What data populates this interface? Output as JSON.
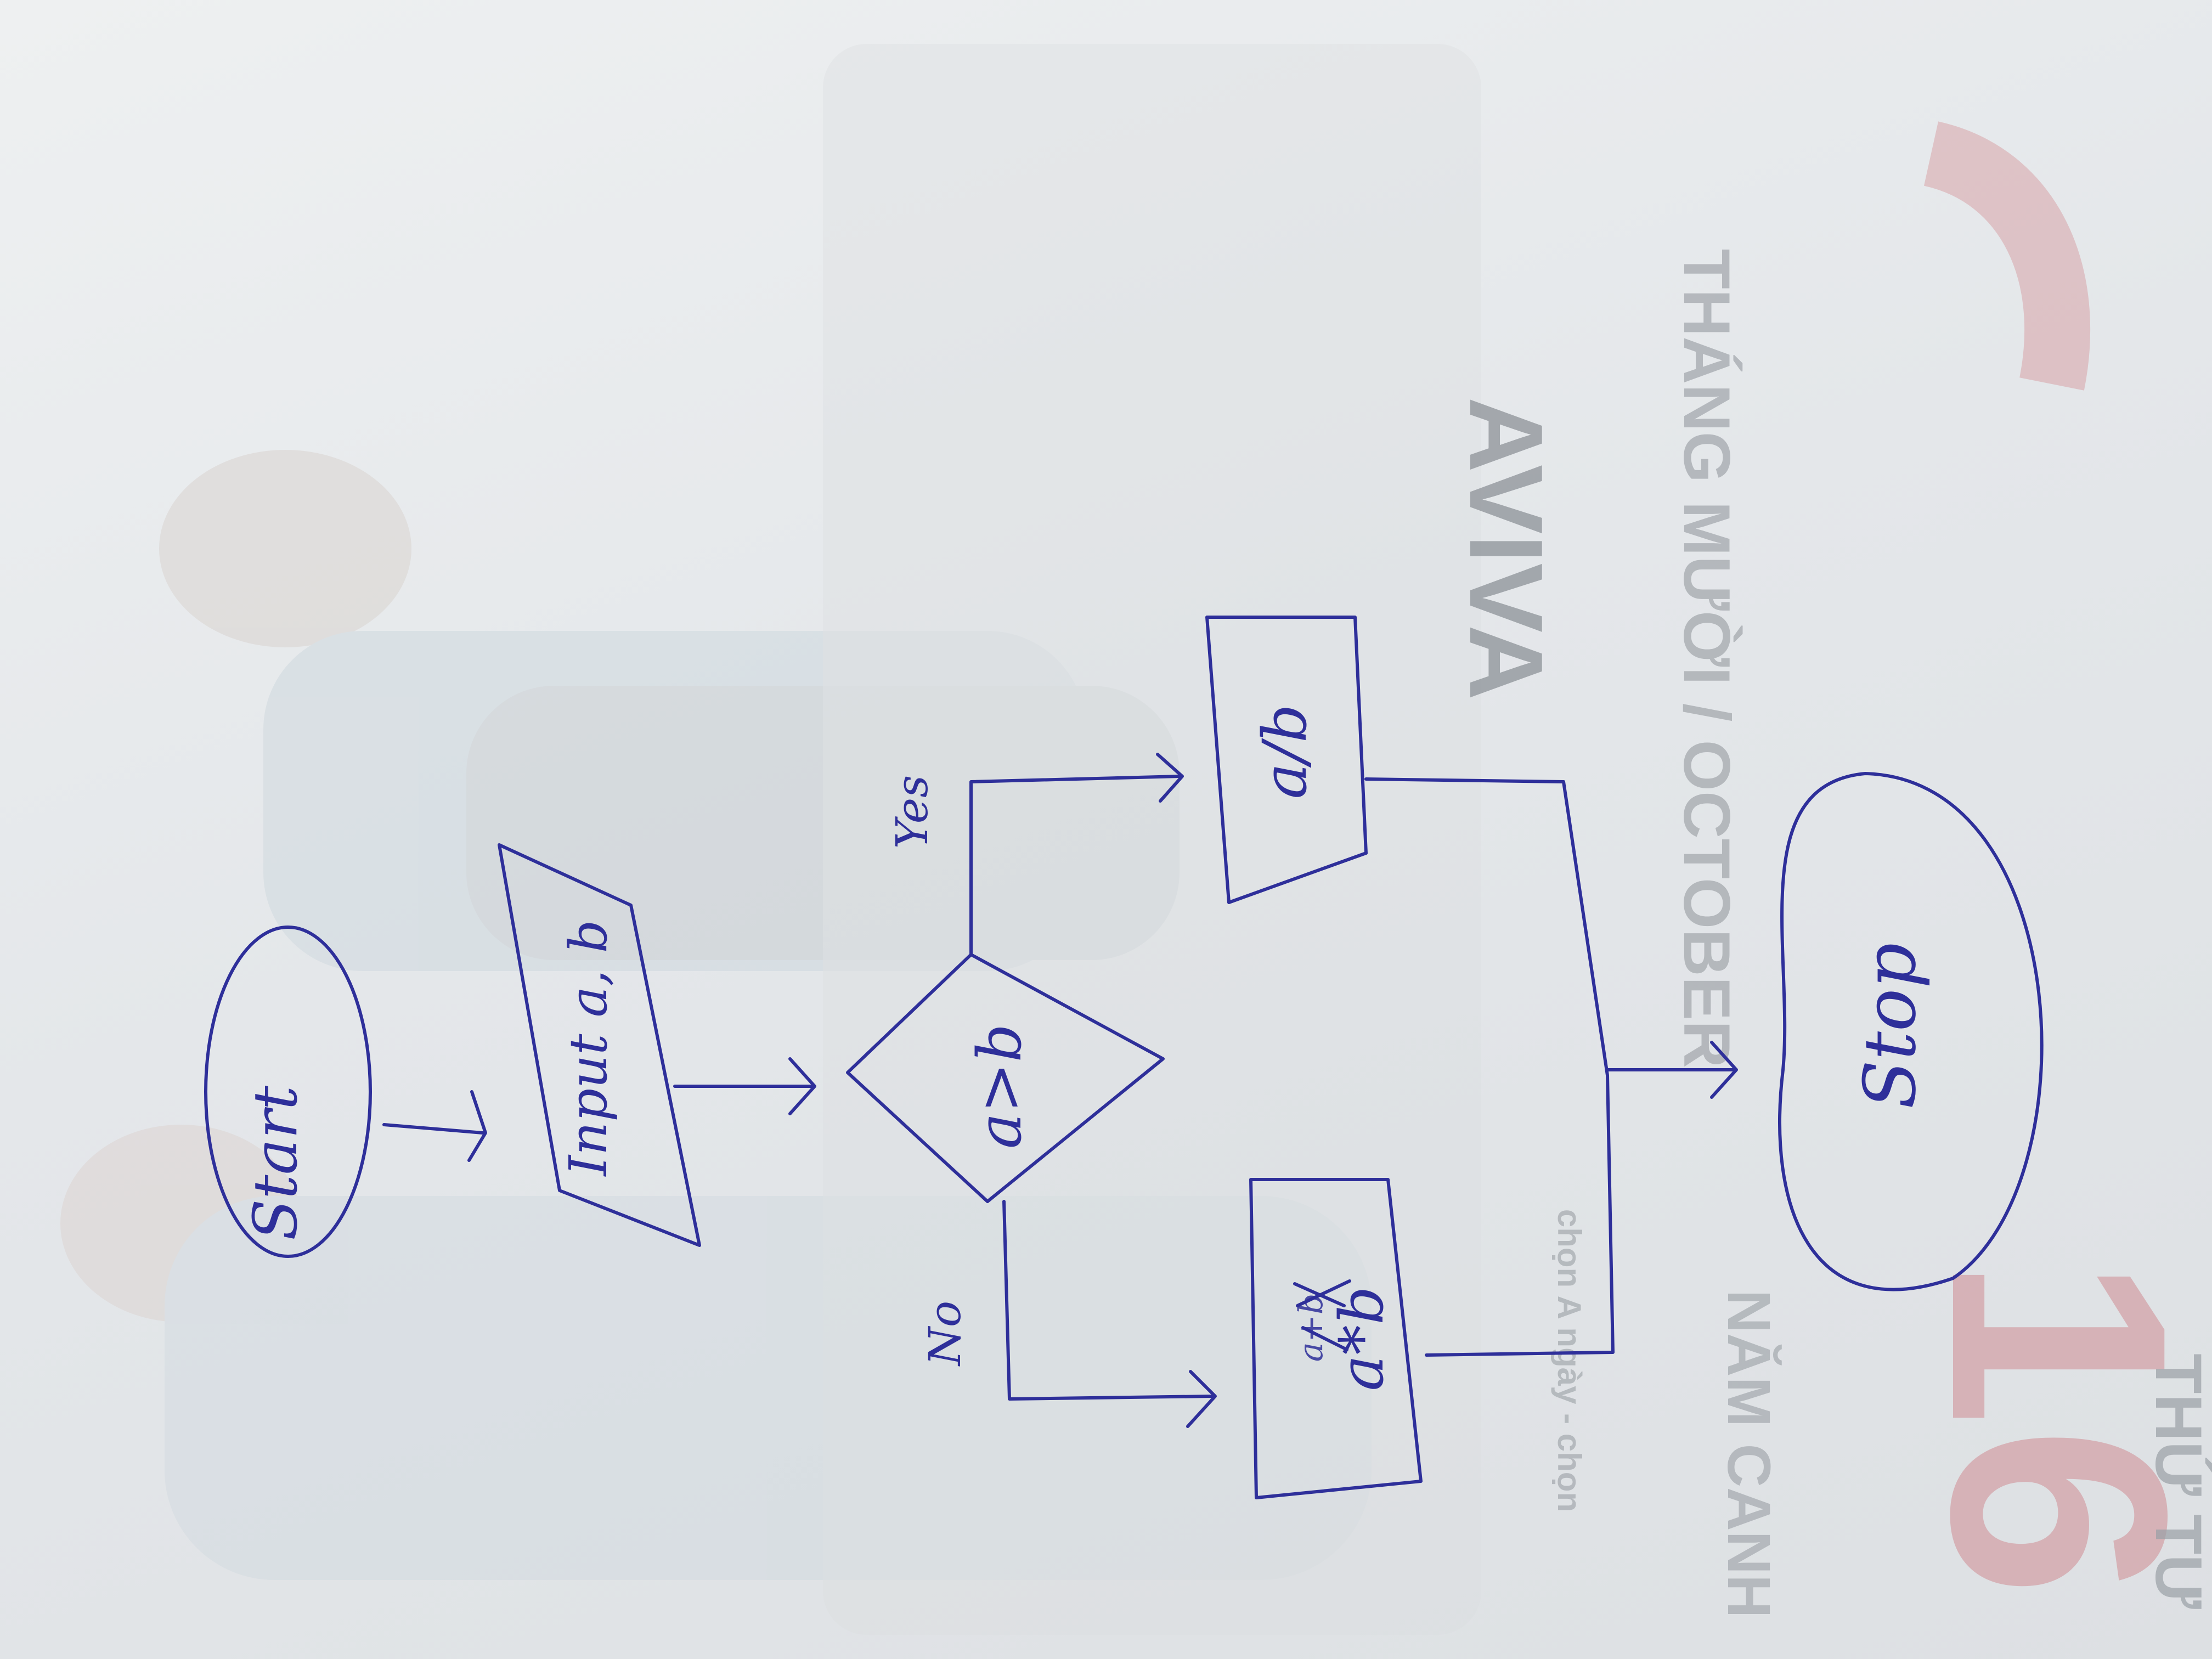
{
  "flowchart": {
    "start_label": "Start",
    "input_label": "Input a, b",
    "decision_label": "a>b",
    "yes_label": "Yes",
    "no_label": "No",
    "yes_output_label": "a/b",
    "no_output_label": "a*b",
    "no_output_struck": "a+b",
    "stop_label": "Stop"
  },
  "background_print": {
    "brand": "AVIVA",
    "month_line": "THÁNG MƯỜI / OCTOBER",
    "day_number": "16",
    "weekday_vi": "THỨ TƯ",
    "lunar_line": "NĂM CANH",
    "small_note": "chọn A ngày - chọn"
  },
  "colors": {
    "ink": "#2e2f9a",
    "paper": "#e6e9ec",
    "print_gray": "#7e858d",
    "print_red": "#c23a44"
  }
}
